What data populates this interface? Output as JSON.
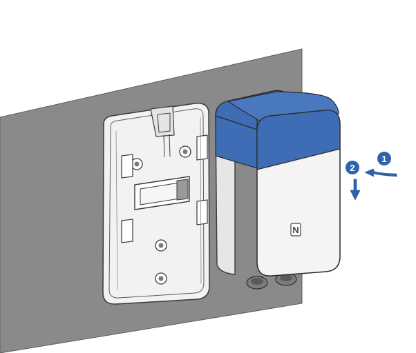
{
  "steps": [
    {
      "number": "1",
      "action": "push"
    },
    {
      "number": "2",
      "action": "pull-down"
    }
  ],
  "device": {
    "nfc_mark": "N",
    "top_color": "#3f6db5",
    "body_color": "#f4f4f4"
  },
  "wall_color": "#8a8a8a",
  "badge_color": "#2e63ad"
}
